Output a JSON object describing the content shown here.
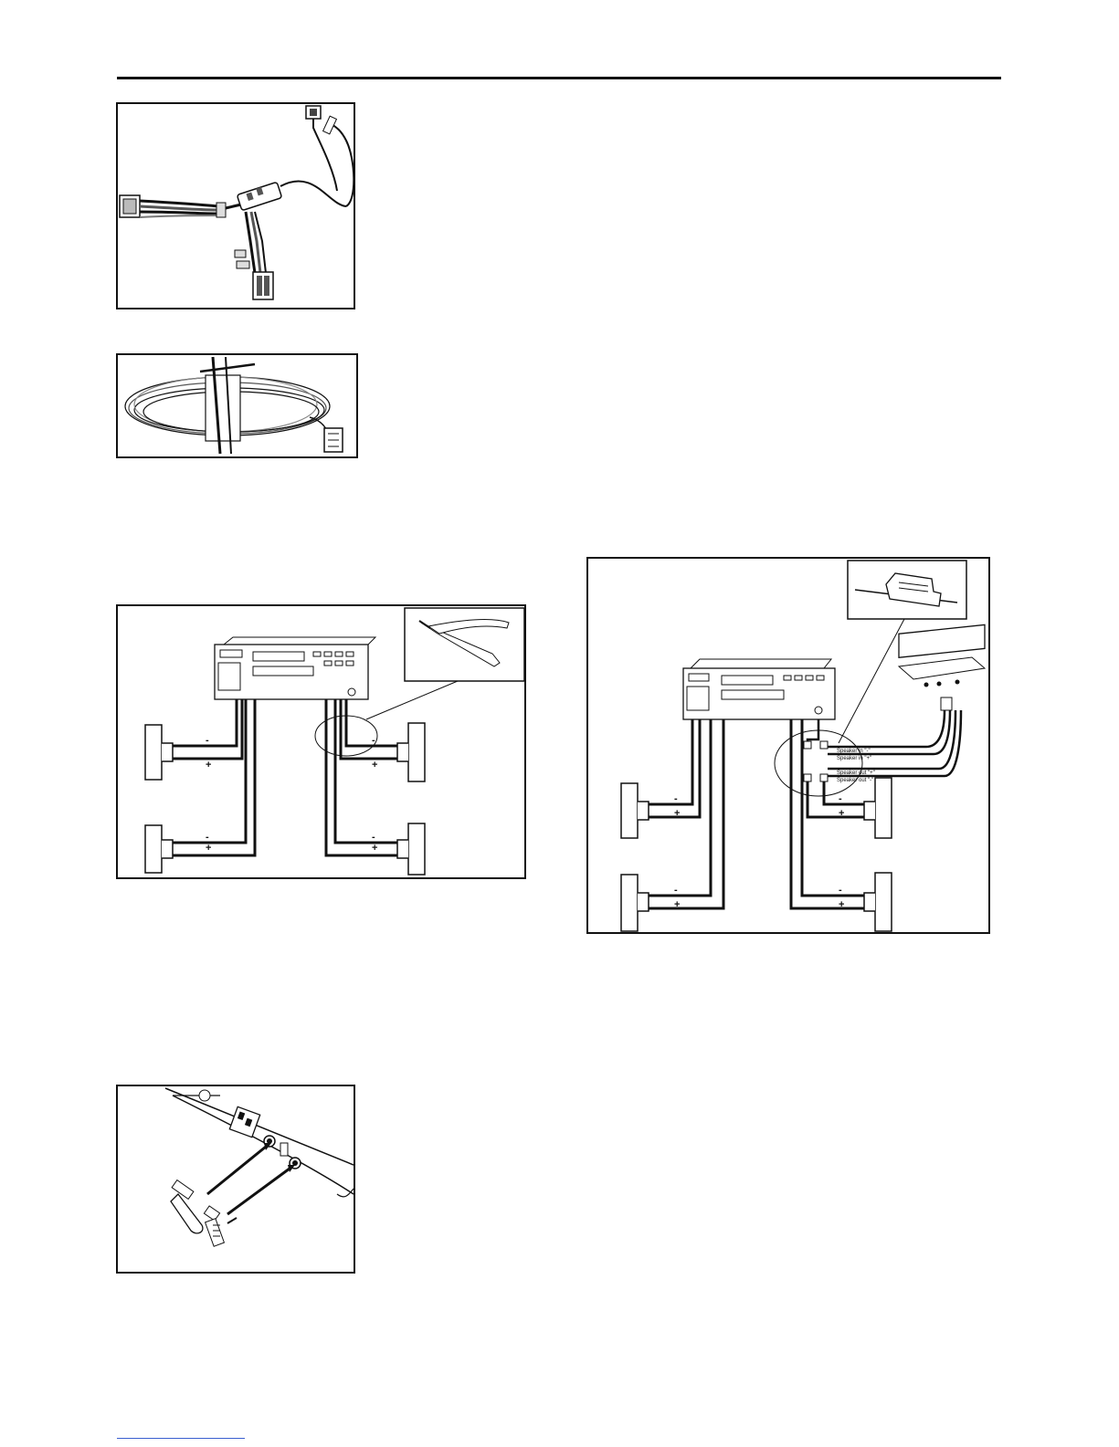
{
  "figures": {
    "harness": {
      "semantic": "wiring-harness-photo"
    },
    "cable": {
      "semantic": "speaker-cable-coil-photo"
    },
    "standard_wiring": {
      "polarity": [
        "-",
        "+",
        "-",
        "+",
        "-",
        "+",
        "-",
        "+"
      ]
    },
    "adapter_wiring": {
      "polarity": [
        "-",
        "+",
        "-",
        "+",
        "-",
        "+",
        "-",
        "+"
      ],
      "labels": {
        "in_minus": "Speaker in \"-\"",
        "in_plus": "Speaker in \"+\"",
        "out_plus": "Speaker out \"+\"",
        "out_minus": "Speaker out \"-\""
      }
    },
    "jacks": {
      "semantic": "rear-jack-connection"
    }
  }
}
